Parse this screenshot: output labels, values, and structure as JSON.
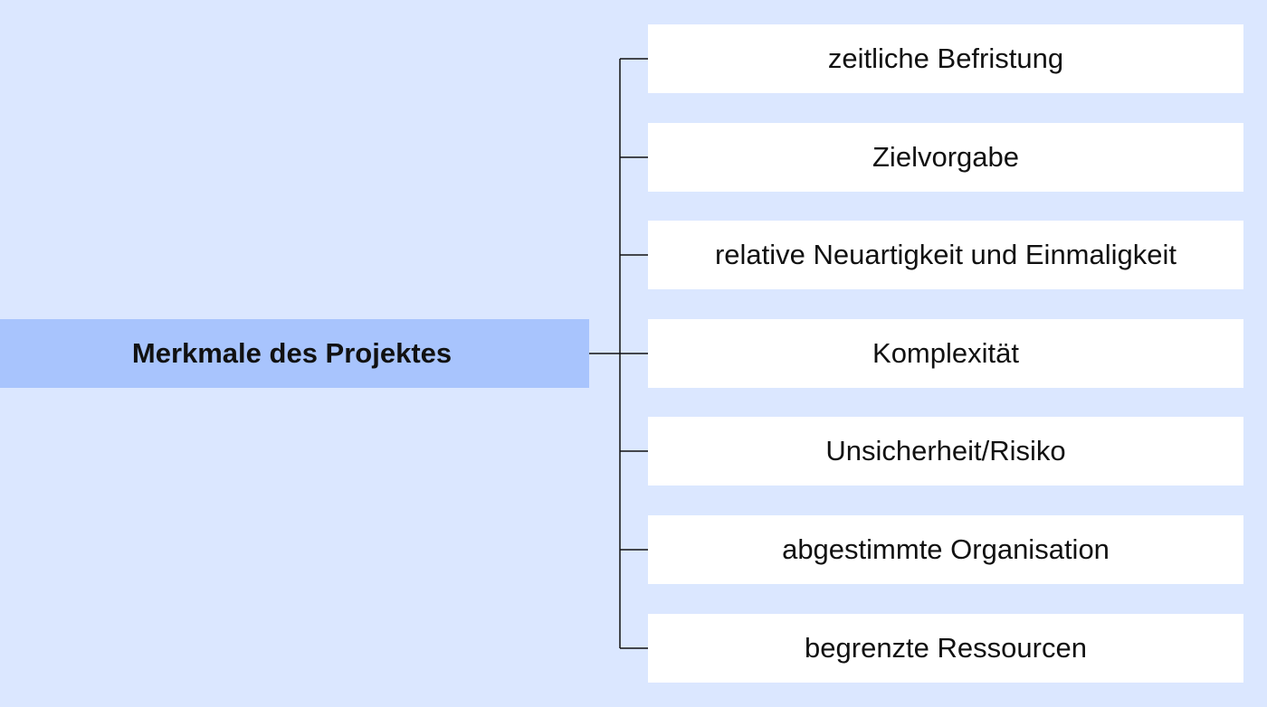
{
  "diagram": {
    "root": {
      "label": "Merkmale des Projektes"
    },
    "children": [
      {
        "label": "zeitliche Befristung"
      },
      {
        "label": "Zielvorgabe"
      },
      {
        "label": "relative Neuartigkeit und Einmaligkeit"
      },
      {
        "label": "Komplexität"
      },
      {
        "label": "Unsicherheit/Risiko"
      },
      {
        "label": "abgestimmte Organisation"
      },
      {
        "label": "begrenzte Ressourcen"
      }
    ],
    "colors": {
      "background": "#dbe7ff",
      "root_fill": "#a8c4fd",
      "child_fill": "#ffffff",
      "line": "#111111"
    }
  }
}
